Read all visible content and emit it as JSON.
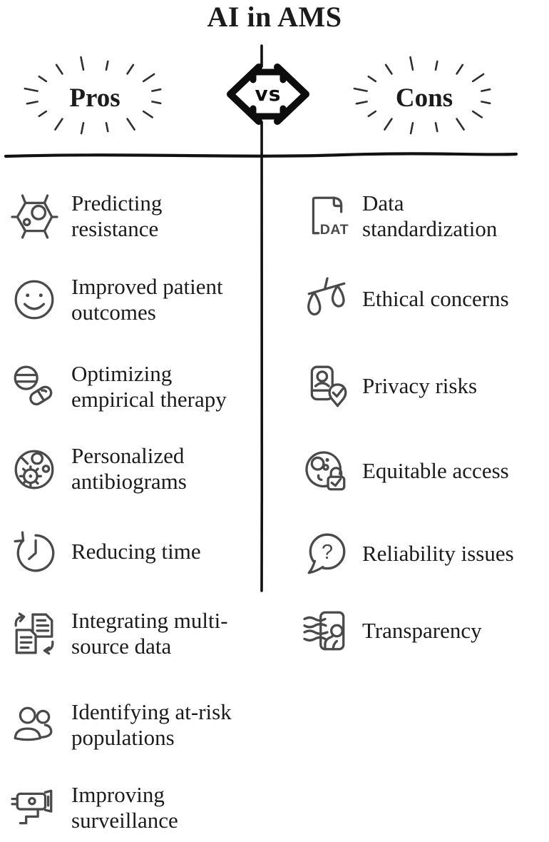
{
  "title": "AI in AMS",
  "versus": {
    "label": "vs"
  },
  "pros": {
    "heading": "Pros",
    "items": [
      {
        "icon": "microbe-icon",
        "label": "Predicting resistance"
      },
      {
        "icon": "smiley-face-icon",
        "label": "Improved patient outcomes"
      },
      {
        "icon": "pills-icon",
        "label": "Optimizing empirical therapy"
      },
      {
        "icon": "petri-dish-icon",
        "label": "Personalized antibiograms"
      },
      {
        "icon": "clock-rewind-icon",
        "label": "Reducing time"
      },
      {
        "icon": "documents-sync-icon",
        "label": "Integrating multi-source data"
      },
      {
        "icon": "people-icon",
        "label": "Identifying at-risk populations"
      },
      {
        "icon": "cctv-camera-icon",
        "label": "Improving surveillance"
      }
    ]
  },
  "cons": {
    "heading": "Cons",
    "items": [
      {
        "icon": "dat-file-icon",
        "label": "Data standardization"
      },
      {
        "icon": "balance-scales-icon",
        "label": "Ethical concerns"
      },
      {
        "icon": "privacy-badge-icon",
        "label": "Privacy risks"
      },
      {
        "icon": "petri-lock-icon",
        "label": "Equitable access"
      },
      {
        "icon": "question-bubble-icon",
        "label": "Reliability issues"
      },
      {
        "icon": "transparency-icon",
        "label": "Transparency"
      }
    ]
  },
  "colors": {
    "text": "#1b1b1b",
    "icon_stroke": "#4a4a4a",
    "line": "#111111"
  }
}
